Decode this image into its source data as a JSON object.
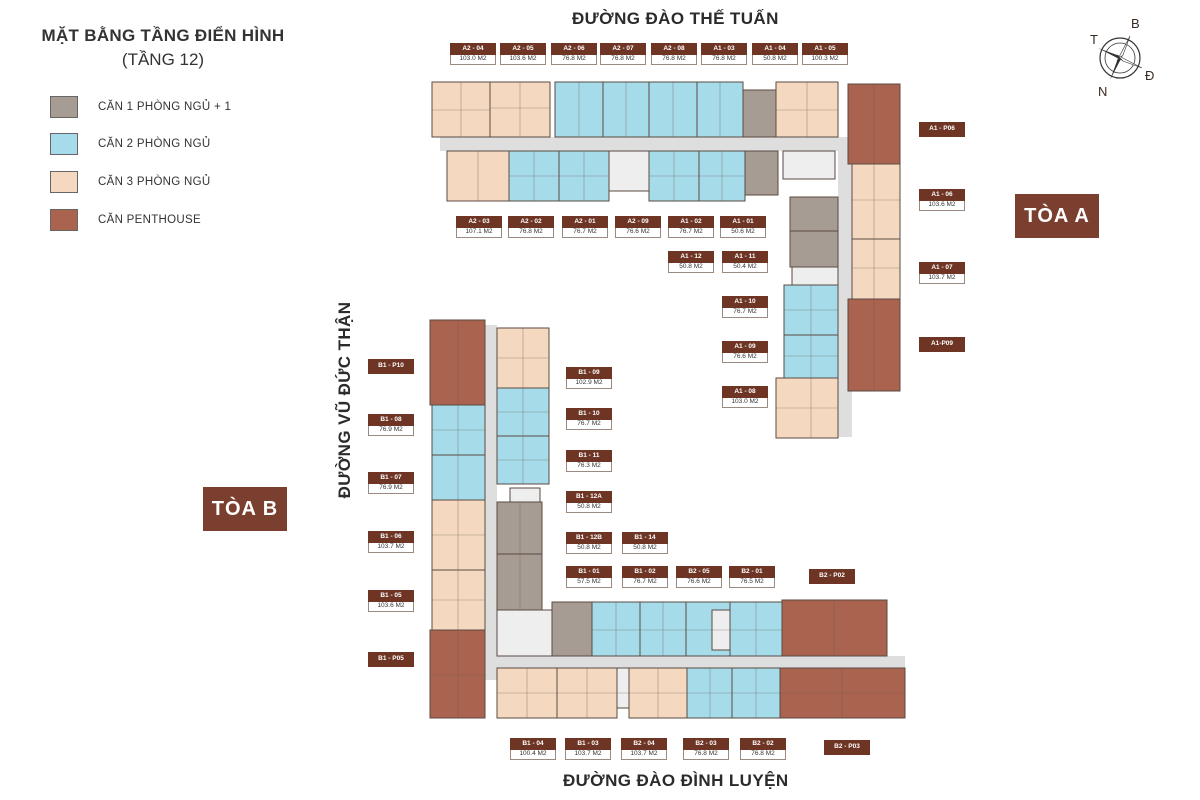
{
  "title": {
    "line1": "MẶT BẰNG TẦNG ĐIỂN HÌNH",
    "line2": "(TẦNG 12)"
  },
  "legend": [
    {
      "label": "CĂN 1 PHÒNG NGỦ + 1",
      "color": "#a79c93"
    },
    {
      "label": "CĂN 2 PHÒNG NGỦ",
      "color": "#a6dcea"
    },
    {
      "label": "CĂN 3 PHÒNG NGỦ",
      "color": "#f4d9c0"
    },
    {
      "label": "CĂN PENTHOUSE",
      "color": "#a9634e"
    }
  ],
  "streets": {
    "top": "ĐƯỜNG ĐÀO THẾ TUẤN",
    "left": "ĐƯỜNG VŨ ĐỨC THẬN",
    "bottom": "ĐƯỜNG ĐÀO ĐÌNH LUYỆN"
  },
  "towers": {
    "a": "TÒA A",
    "b": "TÒA B"
  },
  "compass": {
    "north": "B",
    "south": "N",
    "east": "Đ",
    "west": "T"
  },
  "units": {
    "a2_04": {
      "code": "A2 - 04",
      "area": "103.0 M2"
    },
    "a2_05": {
      "code": "A2 - 05",
      "area": "103.6 M2"
    },
    "a2_06": {
      "code": "A2 - 06",
      "area": "76.8 M2"
    },
    "a2_07": {
      "code": "A2 - 07",
      "area": "76.8 M2"
    },
    "a2_08": {
      "code": "A2 - 08",
      "area": "76.8 M2"
    },
    "a1_03": {
      "code": "A1 - 03",
      "area": "76.8 M2"
    },
    "a1_04": {
      "code": "A1 - 04",
      "area": "50.8 M2"
    },
    "a1_05": {
      "code": "A1 - 05",
      "area": "100.3 M2"
    },
    "a2_03": {
      "code": "A2 - 03",
      "area": "107.1 M2"
    },
    "a2_02": {
      "code": "A2 - 02",
      "area": "76.8 M2"
    },
    "a2_01": {
      "code": "A2 - 01",
      "area": "76.7 M2"
    },
    "a2_09": {
      "code": "A2 - 09",
      "area": "76.6 M2"
    },
    "a1_02": {
      "code": "A1 - 02",
      "area": "76.7 M2"
    },
    "a1_01": {
      "code": "A1 - 01",
      "area": "50.6 M2"
    },
    "a1_12": {
      "code": "A1 - 12",
      "area": "50.8 M2"
    },
    "a1_11": {
      "code": "A1 - 11",
      "area": "50.4 M2"
    },
    "a1_p06": {
      "code": "A1 - P06"
    },
    "a1_06": {
      "code": "A1 - 06",
      "area": "103.6 M2"
    },
    "a1_07": {
      "code": "A1 - 07",
      "area": "103.7 M2"
    },
    "a1_p09": {
      "code": "A1-P09"
    },
    "a1_10": {
      "code": "A1 - 10",
      "area": "76.7 M2"
    },
    "a1_09": {
      "code": "A1 - 09",
      "area": "76.6 M2"
    },
    "a1_08": {
      "code": "A1 - 08",
      "area": "103.0 M2"
    },
    "b1_p10": {
      "code": "B1 - P10"
    },
    "b1_08": {
      "code": "B1 - 08",
      "area": "76.9 M2"
    },
    "b1_07": {
      "code": "B1 - 07",
      "area": "76.9 M2"
    },
    "b1_06": {
      "code": "B1 - 06",
      "area": "103.7 M2"
    },
    "b1_05": {
      "code": "B1 - 05",
      "area": "103.6 M2"
    },
    "b1_p05": {
      "code": "B1 - P05"
    },
    "b1_09": {
      "code": "B1 - 09",
      "area": "102.9 M2"
    },
    "b1_10": {
      "code": "B1 - 10",
      "area": "76.7 M2"
    },
    "b1_11": {
      "code": "B1 - 11",
      "area": "76.3 M2"
    },
    "b1_12a": {
      "code": "B1 - 12A",
      "area": "50.8 M2"
    },
    "b1_12b": {
      "code": "B1 - 12B",
      "area": "50.8 M2"
    },
    "b1_14": {
      "code": "B1 - 14",
      "area": "50.8 M2"
    },
    "b1_01": {
      "code": "B1 - 01",
      "area": "57.5 M2"
    },
    "b1_02": {
      "code": "B1 - 02",
      "area": "76.7 M2"
    },
    "b2_05": {
      "code": "B2 - 05",
      "area": "76.6 M2"
    },
    "b2_01": {
      "code": "B2 - 01",
      "area": "76.5 M2"
    },
    "b2_p02": {
      "code": "B2 - P02"
    },
    "b1_04": {
      "code": "B1 - 04",
      "area": "100.4 M2"
    },
    "b1_03": {
      "code": "B1 - 03",
      "area": "103.7 M2"
    },
    "b2_04": {
      "code": "B2 - 04",
      "area": "103.7 M2"
    },
    "b2_03": {
      "code": "B2 - 03",
      "area": "76.8 M2"
    },
    "b2_02": {
      "code": "B2 - 02",
      "area": "76.8 M2"
    },
    "b2_p03": {
      "code": "B2 - P03"
    }
  }
}
